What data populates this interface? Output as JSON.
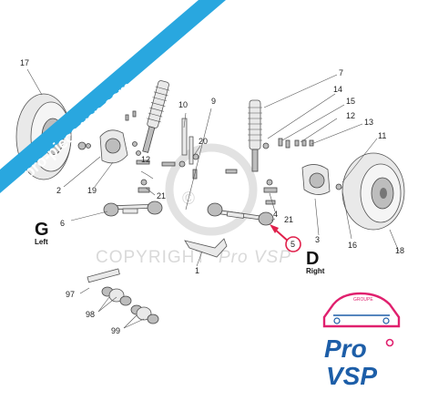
{
  "watermark": {
    "banner_text": "pro-piece-vsp.com",
    "copyright_text": "COPYRIGHT",
    "copyright_brand": "Pro VSP"
  },
  "side_labels": {
    "left": {
      "letter": "G",
      "word": "Left"
    },
    "right": {
      "letter": "D",
      "word": "Right"
    }
  },
  "callouts": [
    "17",
    "7",
    "14",
    "15",
    "12",
    "13",
    "11",
    "10",
    "9",
    "20",
    "2",
    "19",
    "12",
    "21",
    "6",
    "1",
    "4",
    "21",
    "5",
    "3",
    "16",
    "18",
    "97",
    "98",
    "99"
  ],
  "highlighted_callout": "5",
  "logo": {
    "brand_top": "Pro",
    "brand_bottom": "VSP",
    "tag": "GROUPE"
  },
  "colors": {
    "banner": "#29a7df",
    "highlight": "#e0204b",
    "logo_pink": "#e0206e",
    "logo_blue": "#1d5ea8"
  }
}
